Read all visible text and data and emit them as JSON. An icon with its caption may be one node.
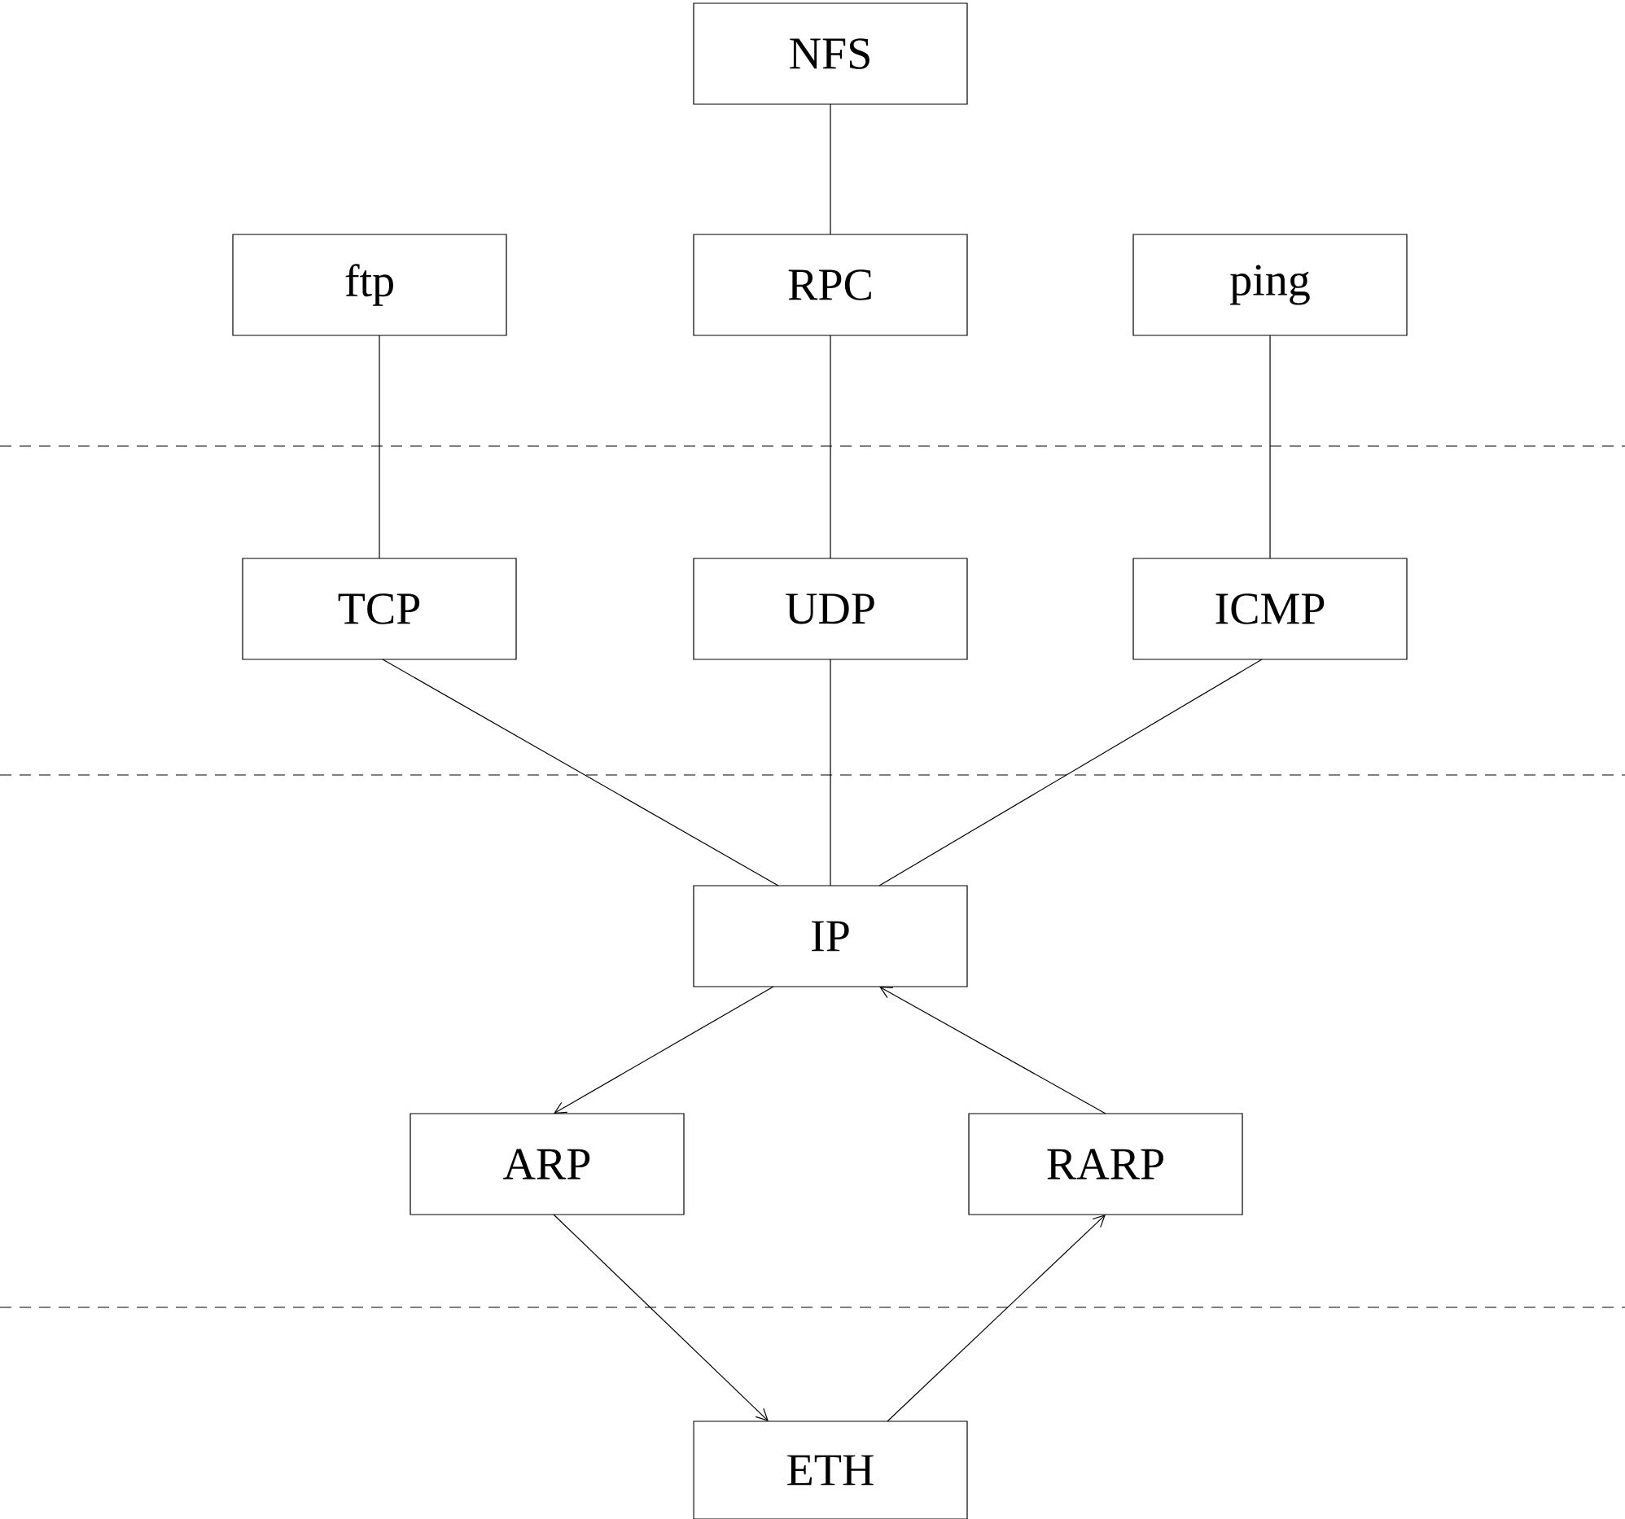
{
  "diagram": {
    "nodes": [
      {
        "text": [
          "NFS"
        ]
      },
      {
        "text": [
          "ftp"
        ]
      },
      {
        "text": [
          "RPC"
        ]
      },
      {
        "text": [
          "ping"
        ]
      },
      {
        "text": [
          "TCP"
        ]
      },
      {
        "text": [
          "UDP"
        ]
      },
      {
        "text": [
          "ICMP"
        ]
      },
      {
        "text": [
          "IP"
        ]
      },
      {
        "text": [
          "ARP"
        ]
      },
      {
        "text": [
          "RARP"
        ]
      },
      {
        "text": [
          "ETH"
        ]
      }
    ],
    "edges": [
      {
        "from": 0,
        "to": 2,
        "arrow": "none"
      },
      {
        "from": 1,
        "to": 4,
        "arrow": "none"
      },
      {
        "from": 2,
        "to": 5,
        "arrow": "none"
      },
      {
        "from": 3,
        "to": 6,
        "arrow": "none"
      },
      {
        "from": 4,
        "to": 7,
        "arrow": "none"
      },
      {
        "from": 5,
        "to": 7,
        "arrow": "none"
      },
      {
        "from": 6,
        "to": 7,
        "arrow": "none"
      },
      {
        "from": 7,
        "to": 8,
        "arrow": "to"
      },
      {
        "from": 9,
        "to": 7,
        "arrow": "to"
      },
      {
        "from": 8,
        "to": 10,
        "arrow": "to"
      },
      {
        "from": 10,
        "to": 9,
        "arrow": "to"
      }
    ]
  }
}
